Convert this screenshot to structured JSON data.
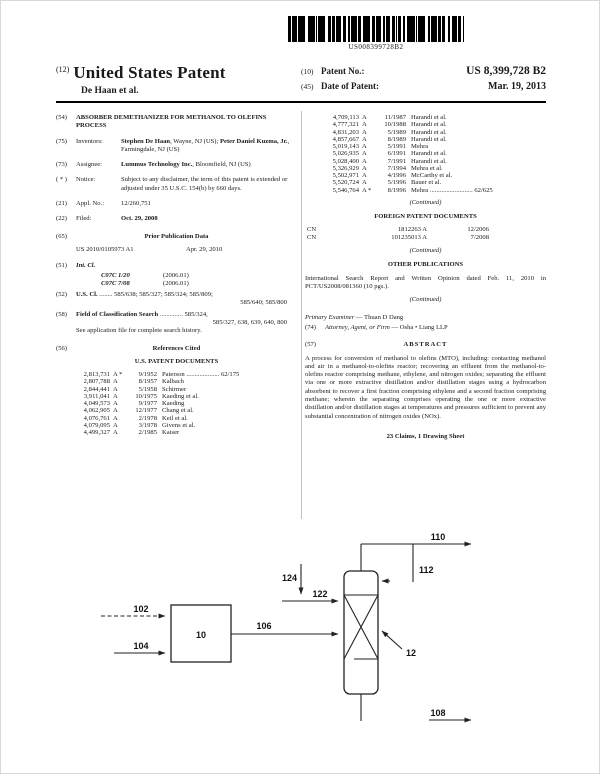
{
  "barcode_text": "US008399728B2",
  "header": {
    "kind_num": "(12)",
    "title": "United States Patent",
    "inventor_line": "De Haan et al.",
    "patent_no_num": "(10)",
    "patent_no_label": "Patent No.:",
    "patent_no_value": "US 8,399,728 B2",
    "date_num": "(45)",
    "date_label": "Date of Patent:",
    "date_value": "Mar. 19, 2013"
  },
  "left": {
    "title_num": "(54)",
    "title": "ABSORBER DEMETHANIZER FOR METHANOL TO OLEFINS PROCESS",
    "inventors_num": "(75)",
    "inventors_label": "Inventors:",
    "inventor1_name": "Stephen De Haan",
    "inventor1_loc": ", Wayne, NJ (US);",
    "inventor2_name": "Peter Daniel Kuzma, Jr.",
    "inventor2_loc": ", Farmingdale, NJ (US)",
    "assignee_num": "(73)",
    "assignee_label": "Assignee:",
    "assignee_name": "Lummus Technology Inc.",
    "assignee_loc": ", Bloomfield, NJ (US)",
    "notice_num": "( * )",
    "notice_label": "Notice:",
    "notice_text": "Subject to any disclaimer, the term of this patent is extended or adjusted under 35 U.S.C. 154(b) by 660 days.",
    "appl_num": "(21)",
    "appl_label": "Appl. No.:",
    "appl_value": "12/260,751",
    "filed_num": "(22)",
    "filed_label": "Filed:",
    "filed_value": "Oct. 29, 2008",
    "pub_num": "(65)",
    "pub_title": "Prior Publication Data",
    "pub_value": "US 2010/0105973 A1",
    "pub_date": "Apr. 29, 2010",
    "intcl_num": "(51)",
    "intcl_label": "Int. Cl.",
    "intcl1_code": "C07C 1/20",
    "intcl1_ver": "(2006.01)",
    "intcl2_code": "C07C 7/08",
    "intcl2_ver": "(2006.01)",
    "uscl_num": "(52)",
    "uscl_label": "U.S. Cl.",
    "uscl_line1": "........ 585/638; 585/327; 585/324; 585/809;",
    "uscl_line2": "585/640; 585/800",
    "field_num": "(58)",
    "field_label": "Field of Classification Search",
    "field_line1": ".............. 585/324,",
    "field_line2": "585/327, 638, 639, 640, 800",
    "search_note": "See application file for complete search history.",
    "refs_num": "(56)",
    "refs_title": "References Cited",
    "uspat_title": "U.S. PATENT DOCUMENTS",
    "us_refs": [
      {
        "num": "2,813,731",
        "kind": "A *",
        "date": "9/1952",
        "name": "Paterson .................... 62/175"
      },
      {
        "num": "2,807,788",
        "kind": "A",
        "date": "8/1957",
        "name": "Kalbach"
      },
      {
        "num": "2,844,441",
        "kind": "A",
        "date": "5/1958",
        "name": "Schirmer"
      },
      {
        "num": "3,911,041",
        "kind": "A",
        "date": "10/1975",
        "name": "Kaeding et al."
      },
      {
        "num": "4,049,573",
        "kind": "A",
        "date": "9/1977",
        "name": "Kaeding"
      },
      {
        "num": "4,062,905",
        "kind": "A",
        "date": "12/1977",
        "name": "Chang et al."
      },
      {
        "num": "4,076,761",
        "kind": "A",
        "date": "2/1978",
        "name": "Keil et al."
      },
      {
        "num": "4,079,095",
        "kind": "A",
        "date": "3/1978",
        "name": "Givens et al."
      },
      {
        "num": "4,499,327",
        "kind": "A",
        "date": "2/1985",
        "name": "Kaiser"
      }
    ]
  },
  "right": {
    "us_refs": [
      {
        "num": "4,709,113",
        "kind": "A",
        "date": "11/1987",
        "name": "Harandi et al."
      },
      {
        "num": "4,777,321",
        "kind": "A",
        "date": "10/1988",
        "name": "Harandi et al."
      },
      {
        "num": "4,831,203",
        "kind": "A",
        "date": "5/1989",
        "name": "Harandi et al."
      },
      {
        "num": "4,857,667",
        "kind": "A",
        "date": "8/1989",
        "name": "Harandi et al."
      },
      {
        "num": "5,019,143",
        "kind": "A",
        "date": "5/1991",
        "name": "Mehra"
      },
      {
        "num": "5,026,935",
        "kind": "A",
        "date": "6/1991",
        "name": "Harandi et al."
      },
      {
        "num": "5,028,400",
        "kind": "A",
        "date": "7/1991",
        "name": "Harandi et al."
      },
      {
        "num": "5,326,929",
        "kind": "A",
        "date": "7/1994",
        "name": "Mehra et al."
      },
      {
        "num": "5,502,971",
        "kind": "A",
        "date": "4/1996",
        "name": "McCarthy et al."
      },
      {
        "num": "5,520,724",
        "kind": "A",
        "date": "5/1996",
        "name": "Bauer et al."
      },
      {
        "num": "5,546,764",
        "kind": "A *",
        "date": "8/1996",
        "name": "Mehra .......................... 62/625"
      }
    ],
    "continued1": "(Continued)",
    "foreign_title": "FOREIGN PATENT DOCUMENTS",
    "foreign_refs": [
      {
        "cc": "CN",
        "num": "1812263 A",
        "date": "12/2006"
      },
      {
        "cc": "CN",
        "num": "101235013 A",
        "date": "7/2008"
      }
    ],
    "continued2": "(Continued)",
    "other_title": "OTHER PUBLICATIONS",
    "other_text": "International Search Report and Written Opinion dated Feb. 11, 2010 in PCT/US2008/081360 (10 pgs.).",
    "continued3": "(Continued)",
    "examiner_label": "Primary Examiner",
    "examiner_value": " — Thuan D Dang",
    "attorney_num": "(74)",
    "attorney_label": "Attorney, Agent, or Firm",
    "attorney_value": " — Osha • Liang LLP",
    "abstract_num": "(57)",
    "abstract_title": "ABSTRACT",
    "abstract_text": "A process for conversion of methanol to olefins (MTO), including: contacting methanol and air in a methanol-to-olefins reactor; recovering an effluent from the methanol-to-olefins reactor comprising methane, ethylene, and nitrogen oxides; separating the effluent via one or more extractive distillation and/or distillation stages using a hydrocarbon absorbent to recover a first fraction comprising ethylene and a second fraction comprising methane; wherein the separating comprises operating the one or more extractive distillation and/or distillation stages at temperatures and pressures sufficient to prevent any substantial concentration of nitrogen oxides (NOx).",
    "claims_line": "23 Claims, 1 Drawing Sheet"
  },
  "figure": {
    "block_label": "10",
    "column_label": "12",
    "streams": {
      "s102": "102",
      "s104": "104",
      "s106": "106",
      "s108": "108",
      "s110": "110",
      "s112": "112",
      "s122": "122",
      "s124": "124"
    }
  }
}
